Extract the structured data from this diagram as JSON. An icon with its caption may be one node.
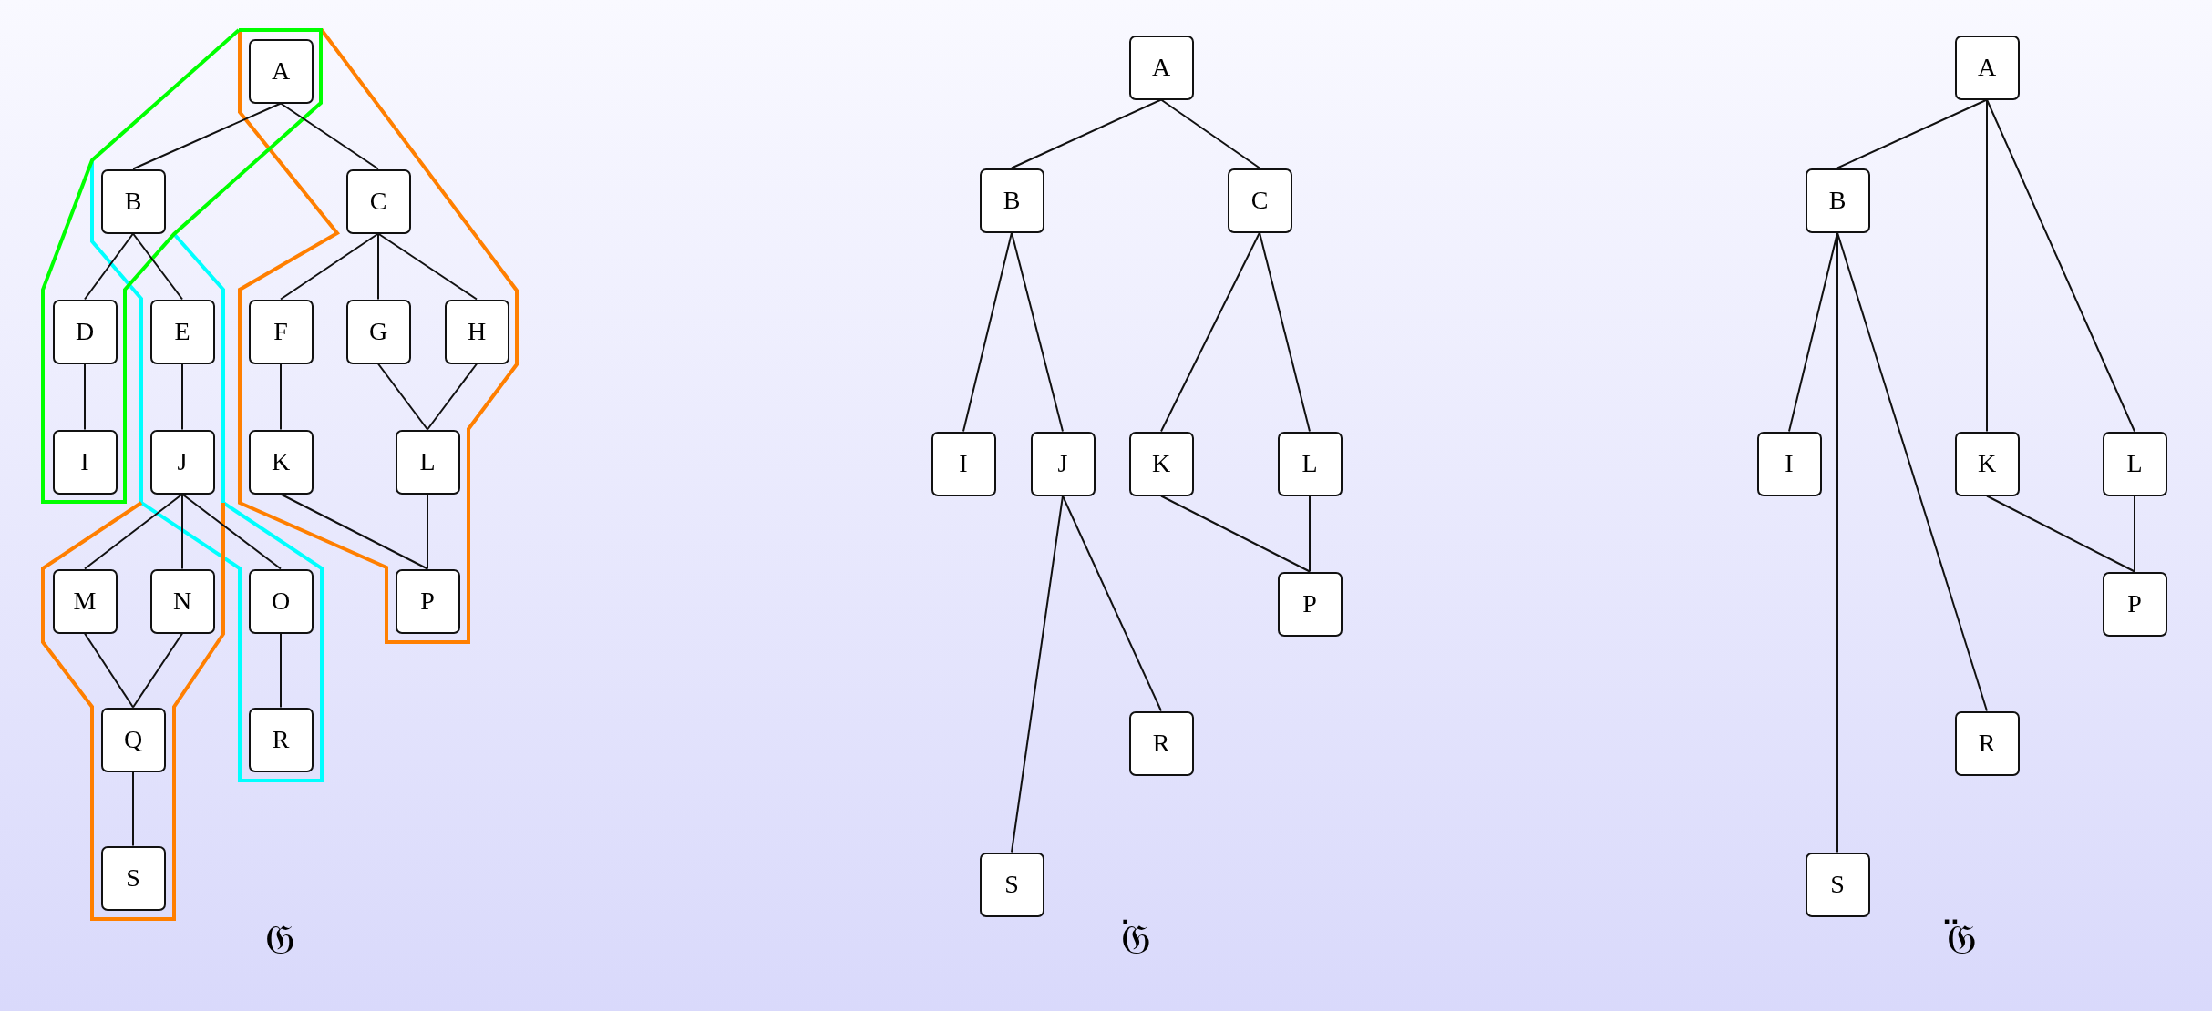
{
  "diagram": {
    "nodes": [
      {
        "text": [
          "A"
        ]
      },
      {
        "text": [
          "B"
        ]
      },
      {
        "text": [
          "C"
        ]
      },
      {
        "text": [
          "D"
        ]
      },
      {
        "text": [
          "E"
        ]
      },
      {
        "text": [
          "F"
        ]
      },
      {
        "text": [
          "G"
        ]
      },
      {
        "text": [
          "H"
        ]
      },
      {
        "text": [
          "I"
        ]
      },
      {
        "text": [
          "J"
        ]
      },
      {
        "text": [
          "K"
        ]
      },
      {
        "text": [
          "L"
        ]
      },
      {
        "text": [
          "M"
        ]
      },
      {
        "text": [
          "N"
        ]
      },
      {
        "text": [
          "O"
        ]
      },
      {
        "text": [
          "P"
        ]
      },
      {
        "text": [
          "Q"
        ]
      },
      {
        "text": [
          "R"
        ]
      },
      {
        "text": [
          "S"
        ]
      },
      {
        "text": [
          "A"
        ]
      },
      {
        "text": [
          "B"
        ]
      },
      {
        "text": [
          "C"
        ]
      },
      {
        "text": [
          "I"
        ]
      },
      {
        "text": [
          "J"
        ]
      },
      {
        "text": [
          "K"
        ]
      },
      {
        "text": [
          "L"
        ]
      },
      {
        "text": [
          "P"
        ]
      },
      {
        "text": [
          "R"
        ]
      },
      {
        "text": [
          "S"
        ]
      },
      {
        "text": [
          "A"
        ]
      },
      {
        "text": [
          "B"
        ]
      },
      {
        "text": [
          "I"
        ]
      },
      {
        "text": [
          "K"
        ]
      },
      {
        "text": [
          "L"
        ]
      },
      {
        "text": [
          "P"
        ]
      },
      {
        "text": [
          "R"
        ]
      },
      {
        "text": [
          "S"
        ]
      }
    ],
    "edges": [
      {
        "from": 0,
        "to": 1,
        "arrow": "none"
      },
      {
        "from": 0,
        "to": 2,
        "arrow": "none"
      },
      {
        "from": 1,
        "to": 3,
        "arrow": "none"
      },
      {
        "from": 1,
        "to": 4,
        "arrow": "none"
      },
      {
        "from": 2,
        "to": 5,
        "arrow": "none"
      },
      {
        "from": 2,
        "to": 6,
        "arrow": "none"
      },
      {
        "from": 2,
        "to": 7,
        "arrow": "none"
      },
      {
        "from": 3,
        "to": 8,
        "arrow": "none"
      },
      {
        "from": 4,
        "to": 9,
        "arrow": "none"
      },
      {
        "from": 5,
        "to": 10,
        "arrow": "none"
      },
      {
        "from": 6,
        "to": 11,
        "arrow": "none"
      },
      {
        "from": 7,
        "to": 11,
        "arrow": "none"
      },
      {
        "from": 9,
        "to": 12,
        "arrow": "none"
      },
      {
        "from": 9,
        "to": 13,
        "arrow": "none"
      },
      {
        "from": 9,
        "to": 14,
        "arrow": "none"
      },
      {
        "from": 10,
        "to": 15,
        "arrow": "none"
      },
      {
        "from": 11,
        "to": 15,
        "arrow": "none"
      },
      {
        "from": 12,
        "to": 16,
        "arrow": "none"
      },
      {
        "from": 13,
        "to": 16,
        "arrow": "none"
      },
      {
        "from": 14,
        "to": 17,
        "arrow": "none"
      },
      {
        "from": 16,
        "to": 18,
        "arrow": "none"
      },
      {
        "from": 19,
        "to": 20,
        "arrow": "none"
      },
      {
        "from": 19,
        "to": 21,
        "arrow": "none"
      },
      {
        "from": 20,
        "to": 22,
        "arrow": "none"
      },
      {
        "from": 20,
        "to": 23,
        "arrow": "none"
      },
      {
        "from": 21,
        "to": 24,
        "arrow": "none"
      },
      {
        "from": 21,
        "to": 25,
        "arrow": "none"
      },
      {
        "from": 23,
        "to": 28,
        "arrow": "none"
      },
      {
        "from": 23,
        "to": 27,
        "arrow": "none"
      },
      {
        "from": 24,
        "to": 26,
        "arrow": "none"
      },
      {
        "from": 25,
        "to": 26,
        "arrow": "none"
      },
      {
        "from": 29,
        "to": 30,
        "arrow": "none"
      },
      {
        "from": 29,
        "to": 32,
        "arrow": "none"
      },
      {
        "from": 29,
        "to": 33,
        "arrow": "none"
      },
      {
        "from": 30,
        "to": 31,
        "arrow": "none"
      },
      {
        "from": 30,
        "to": 36,
        "arrow": "none"
      },
      {
        "from": 30,
        "to": 35,
        "arrow": "none"
      },
      {
        "from": 32,
        "to": 34,
        "arrow": "none"
      },
      {
        "from": 33,
        "to": 34,
        "arrow": "none"
      }
    ],
    "labels": [
      "𝔊",
      "𝔊̇",
      "𝔊̈"
    ]
  }
}
